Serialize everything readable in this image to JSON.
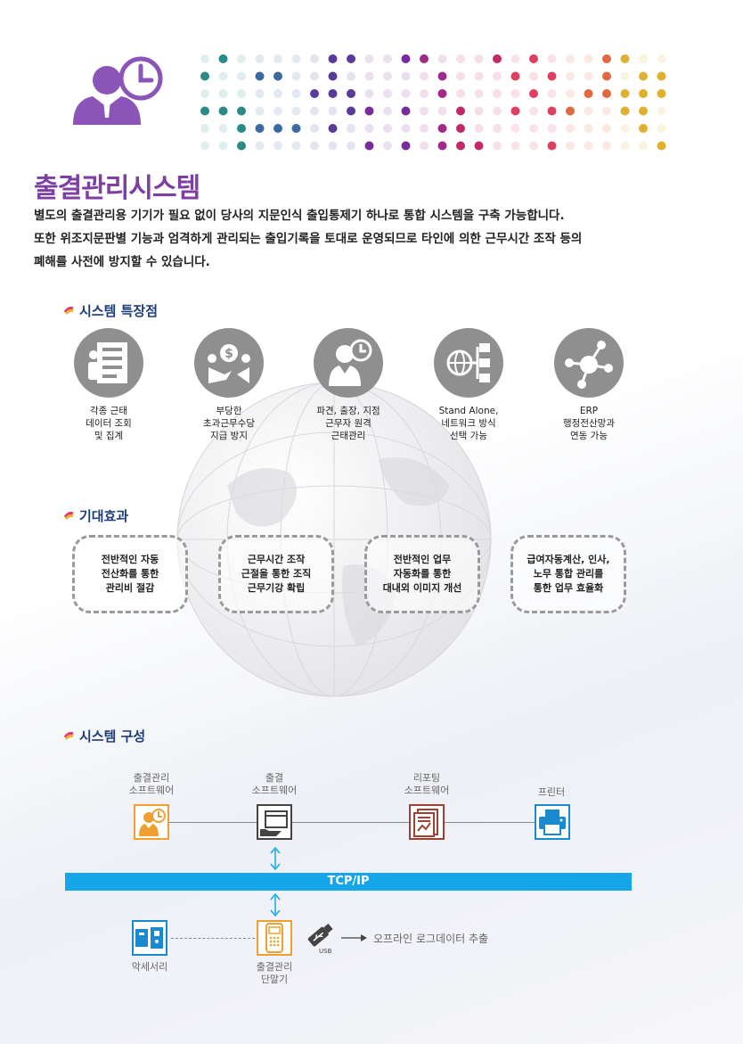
{
  "header": {
    "title": "출결관리시스템",
    "description": [
      "별도의 출결관리용 기기가 필요 없이 당사의 지문인식 출입통제기 하나로 통합 시스템을 구축 가능합니다.",
      "또한 위조지문판별 기능과 엄격하게 관리되는 출입기록을 토대로 운영되므로 타인에 의한 근무시간 조작 등의",
      "폐해를 사전에 방지할 수 있습니다."
    ]
  },
  "features": {
    "heading": "시스템 특장점",
    "items": [
      {
        "icon": "document-list-icon",
        "lines": [
          "각종 근태",
          "데이터 조회",
          "및 집계"
        ]
      },
      {
        "icon": "hand-money-icon",
        "lines": [
          "부당한",
          "초과근무수당",
          "지급 방지"
        ]
      },
      {
        "icon": "person-clock-icon",
        "lines": [
          "파견, 출장, 지점",
          "근무자 원격",
          "근태관리"
        ]
      },
      {
        "icon": "globe-network-icon",
        "lines": [
          "Stand Alone,",
          "네트워크 방식",
          "선택 가능"
        ]
      },
      {
        "icon": "hub-network-icon",
        "lines": [
          "ERP",
          "행정전산망과",
          "연동 가능"
        ]
      }
    ]
  },
  "effects": {
    "heading": "기대효과",
    "items": [
      {
        "lines": [
          "전반적인 자동",
          "전산화를 통한",
          "관리비 절감"
        ]
      },
      {
        "lines": [
          "근무시간 조작",
          "근절을 통한 조직",
          "근무기강 확립"
        ]
      },
      {
        "lines": [
          "전반적인 업무",
          "자동화를 통한",
          "대내외 이미지 개선"
        ]
      },
      {
        "lines": [
          "급여자동계산, 인사,",
          "노무 통합 관리를",
          "통한 업무 효율화"
        ]
      }
    ]
  },
  "composition": {
    "heading": "시스템 구성",
    "top": [
      {
        "lines": [
          "출결관리",
          "소프트웨어"
        ],
        "icon": "person-clock-icon"
      },
      {
        "lines": [
          "출결",
          "소프트웨어"
        ],
        "icon": "hand-window-icon"
      },
      {
        "lines": [
          "리포팅",
          "소프트웨어"
        ],
        "icon": "report-chart-icon"
      },
      {
        "lines": [
          "프린터"
        ],
        "icon": "printer-icon"
      }
    ],
    "network": "TCP/IP",
    "accessory": "악세서리",
    "terminal": [
      "출결관리",
      "단말기"
    ],
    "usb": "USB",
    "offline": "오프라인 로그데이터 추출"
  },
  "colors": {
    "title": "#7e3fa2",
    "section": "#1d3d7a",
    "tcp": "#14a6e6",
    "orange": "#f0a030",
    "blue": "#1a8ad0",
    "dark": "#444444",
    "red": "#a04030"
  }
}
